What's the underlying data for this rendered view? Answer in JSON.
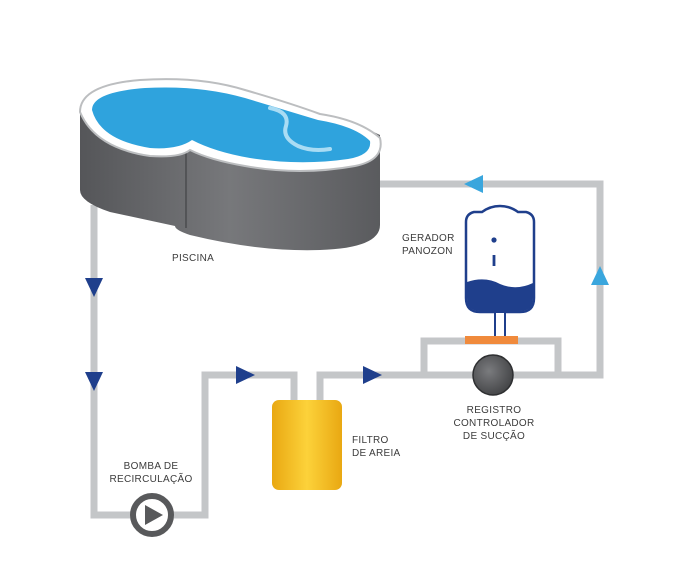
{
  "labels": {
    "pool": "PISCINA",
    "generator": "GERADOR\nPANOZON",
    "valve": "REGISTRO\nCONTROLADOR\nDE SUCÇÃO",
    "filter": "FILTRO\nDE AREIA",
    "pump": "BOMBA DE\nRECIRCULAÇÃO"
  },
  "colors": {
    "pipe": "#c4c6c8",
    "arrow_dark": "#1f3f8c",
    "arrow_light": "#3aa6dd",
    "pool_wall": "#6d6e71",
    "water": "#2fa3dd",
    "filter": "#f2b61b",
    "connector": "#f08a3c"
  }
}
